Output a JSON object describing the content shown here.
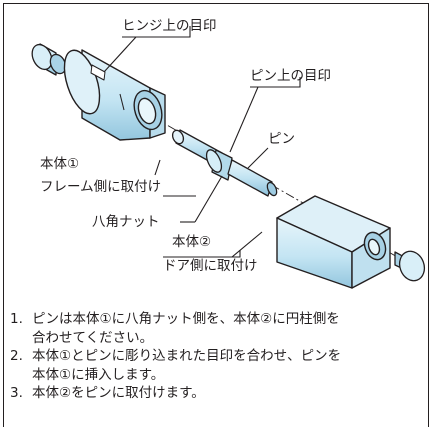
{
  "labels": {
    "hinge_mark": "ヒンジ上の目印",
    "pin_mark": "ピン上の目印",
    "pin": "ピン",
    "body1_name": "本体①",
    "body1_sub": "フレーム側に取付け",
    "hex_nut": "八角ナット",
    "body2_name": "本体②",
    "body2_sub": "ドア側に取付け"
  },
  "instructions": [
    {
      "num": "1.",
      "lines": [
        "ピンは本体①に八角ナット側を、本体②に円柱側を",
        "合わせてください。"
      ]
    },
    {
      "num": "2.",
      "lines": [
        "本体①とピンに彫り込まれた目印を合わせ、ピンを",
        "本体①に挿入します。"
      ]
    },
    {
      "num": "3.",
      "lines": [
        "本体②をピンに取付けます。"
      ]
    }
  ],
  "colors": {
    "part_fill": "#c6e6f4",
    "part_light": "#e4f3fa",
    "part_shade": "#8fc3dc",
    "outline": "#231f20"
  }
}
